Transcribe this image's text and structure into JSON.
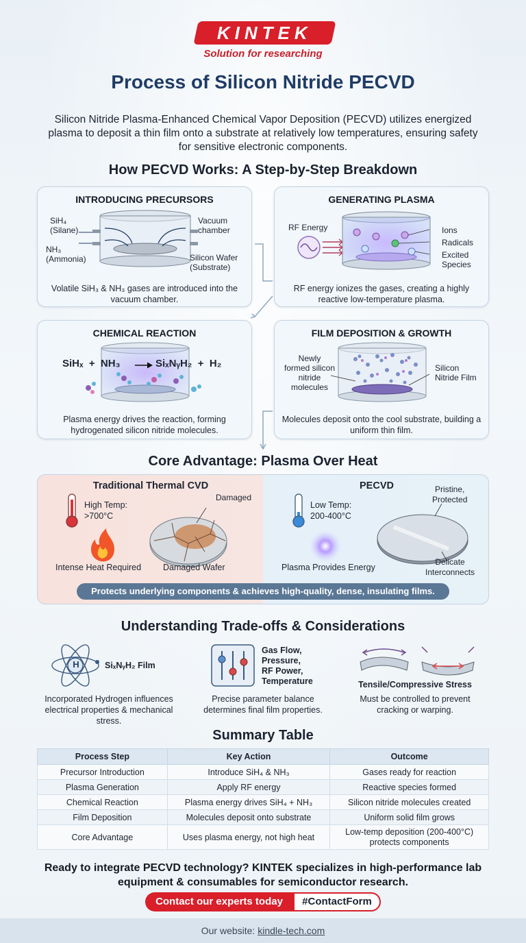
{
  "brand": {
    "logo": "KINTEK",
    "tagline": "Solution for researching"
  },
  "title": "Process of Silicon Nitride PECVD",
  "intro": "Silicon Nitride Plasma-Enhanced Chemical Vapor Deposition (PECVD) utilizes energized plasma to deposit a thin film onto a substrate at relatively low temperatures, ensuring safety for sensitive electronic components.",
  "steps_heading": "How PECVD Works: A Step-by-Step Breakdown",
  "steps": {
    "precursors": {
      "title": "INTRODUCING PRECURSORS",
      "silane": "SiH₄\n(Silane)",
      "ammonia": "NH₃\n(Ammonia)",
      "chamber": "Vacuum\nchamber",
      "wafer": "Silicon Wafer\n(Substrate)",
      "caption": "Volatile SiH₃ & NH₃ gases are introduced into the vacuum chamber."
    },
    "plasma": {
      "title": "GENERATING PLASMA",
      "rf": "RF Energy",
      "ions": "Ions",
      "radicals": "Radicals",
      "excited": "Excited\nSpecies",
      "caption": "RF energy ionizes the gases, creating a highly reactive low-temperature plasma."
    },
    "reaction": {
      "title": "CHEMICAL REACTION",
      "equation_left": "SiHₓ  +  NH₃",
      "equation_right": "SiₓNᵧH₂  +  H₂",
      "caption": "Plasma energy drives the reaction, forming hydrogenated silicon nitride molecules."
    },
    "deposition": {
      "title": "FILM DEPOSITION & GROWTH",
      "molecules": "Newly\nformed silicon\nnitride\nmolecules",
      "film": "Silicon\nNitride Film",
      "caption": "Molecules deposit onto the cool substrate, building a uniform thin film."
    }
  },
  "advantage": {
    "heading": "Core Advantage: Plasma Over Heat",
    "thermal": {
      "title": "Traditional Thermal CVD",
      "temp": "High Temp:\n>700°C",
      "damaged": "Damaged",
      "heat": "Intense Heat Required",
      "wafer": "Damaged Wafer"
    },
    "pecvd": {
      "title": "PECVD",
      "temp": "Low Temp:\n200-400°C",
      "pristine": "Pristine,\nProtected",
      "plasma": "Plasma Provides Energy",
      "interconnects": "Delicate\nInterconnects"
    },
    "banner": "Protects underlying components & achieves high-quality, dense, insulating films."
  },
  "tradeoffs": {
    "heading": "Understanding Trade-offs & Considerations",
    "hydrogen": {
      "atom": "H",
      "film": "SiₓNᵧH₂ Film",
      "caption": "Incorporated Hydrogen influences electrical properties & mechanical stress."
    },
    "parameters": {
      "list": "Gas Flow,\nPressure,\nRF Power,\nTemperature",
      "caption": "Precise parameter balance determines final film properties."
    },
    "stress": {
      "label": "Tensile/Compressive Stress",
      "caption": "Must be controlled to prevent cracking or warping."
    }
  },
  "summary": {
    "heading": "Summary Table",
    "columns": [
      "Process Step",
      "Key Action",
      "Outcome"
    ],
    "rows": [
      [
        "Precursor Introduction",
        "Introduce SiH₄ & NH₃",
        "Gases ready for reaction"
      ],
      [
        "Plasma Generation",
        "Apply RF energy",
        "Reactive species formed"
      ],
      [
        "Chemical Reaction",
        "Plasma energy drives SiH₄ + NH₃",
        "Silicon nitride molecules created"
      ],
      [
        "Film Deposition",
        "Molecules deposit onto substrate",
        "Uniform solid film grows"
      ],
      [
        "Core Advantage",
        "Uses plasma energy, not high heat",
        "Low-temp deposition (200-400°C) protects components"
      ]
    ]
  },
  "cta": {
    "text": "Ready to integrate PECVD technology? KINTEK specializes in high-performance lab equipment & consumables for semiconductor research.",
    "button": "Contact our experts today",
    "form": "#ContactForm"
  },
  "footer": {
    "prefix": "Our website: ",
    "url": "kindle-tech.com"
  },
  "colors": {
    "brand_red": "#d81f2a",
    "title_blue": "#1f3c66",
    "banner_blue": "#5b7796",
    "plasma_purple": "#9b7be0"
  }
}
